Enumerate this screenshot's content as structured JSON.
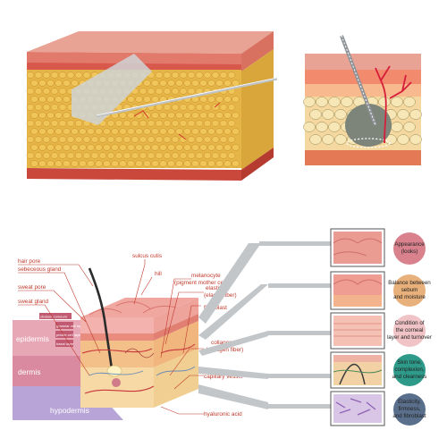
{
  "colors": {
    "label_red": "#c0392b",
    "epidermis_band": "#e8a7b4",
    "dermis_band": "#d98aa0",
    "hypodermis_band": "#b8a4d6",
    "fat_yellow": "#e7b94a",
    "skin_pink": "#e79a8c",
    "connector_gray": "#b0b4b8"
  },
  "labels": {
    "hair_pore": "hair pore",
    "sebaceous_gland": "sebeceous gland",
    "sweat_pore": "sweat pore",
    "sweat_gland": "sweat gland",
    "sulcus_cutis": "sulcus cutis",
    "hill": "hill",
    "melanocyte": "melanocyte",
    "melanocyte_sub": "(pigment mother cell)",
    "elastin": "elastin",
    "elastin_sub": "(elastic fiber)",
    "fibroblast": "fibroblast",
    "collagen": "collagen",
    "collagen_sub": "(collagen fiber)",
    "capillary_vessel": "capillary vessel",
    "hyaluronic_acid": "hyaluronic acid"
  },
  "epidermis_layers": [
    "stratum corneum",
    "granular cell layer",
    "prickle cell layer",
    "basal layer"
  ],
  "bands": {
    "epidermis": "epidermis",
    "dermis": "dermis",
    "hypodermis": "hypodermis"
  },
  "benefits": [
    {
      "line1": "Appearance",
      "line2": "(looks)",
      "line3": "",
      "color": "#d9828e"
    },
    {
      "line1": "Balance between",
      "line2": "sebum",
      "line3": "and moisture",
      "color": "#e8b07a"
    },
    {
      "line1": "Condition of",
      "line2": "the corneal",
      "line3": "layer and turnover",
      "color": "#f0c3c6"
    },
    {
      "line1": "Skin tone,",
      "line2": "complexion,",
      "line3": "and clearness",
      "color": "#2e9a8a"
    },
    {
      "line1": "Elasticity,",
      "line2": "firmness,",
      "line3": "and fibroblast",
      "color": "#5a6f8c"
    }
  ]
}
